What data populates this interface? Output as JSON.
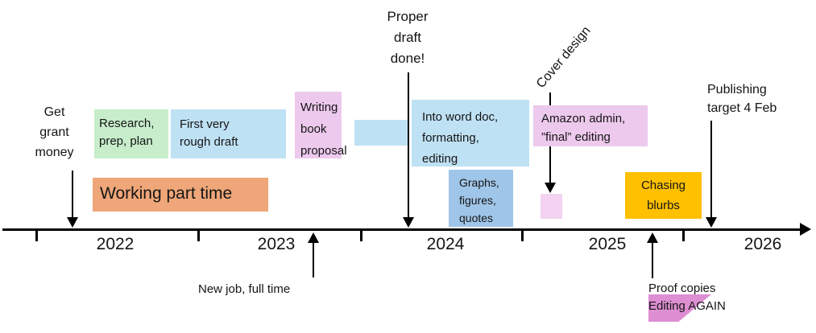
{
  "axis": {
    "years": [
      "2022",
      "2023",
      "2024",
      "2025",
      "2026"
    ]
  },
  "boxes": {
    "research": "Research,\nprep, plan",
    "rough_draft": "First very\nrough draft",
    "working_part_time": "Working part time",
    "book_proposal": "Writing\nbook\nproposal",
    "into_word_doc": "Into word doc,\nformatting,\nediting",
    "graphs": "Graphs,\nfigures,\nquotes",
    "amazon": "Amazon admin,\n”final” editing",
    "chasing_blurbs": "Chasing\nblurbs"
  },
  "annotations": {
    "get_grant": "Get\ngrant\nmoney",
    "proper_draft": "Proper\ndraft\ndone!",
    "cover_design": "Cover design",
    "publishing_target": "Publishing\ntarget 4 Feb",
    "new_job": "New job, full time",
    "proof_copies": "Proof copies",
    "editing_again": "Editing AGAIN"
  },
  "colors": {
    "green": "#c7edcb",
    "light_blue": "#bfe1f4",
    "medium_blue": "#9fc5e8",
    "orange": "#efa678",
    "pink": "#edc9ed",
    "small_pink": "#f3d3f1",
    "yellow": "#ffc000",
    "triangle_pink": "#de8ed2",
    "axis": "#000000"
  }
}
